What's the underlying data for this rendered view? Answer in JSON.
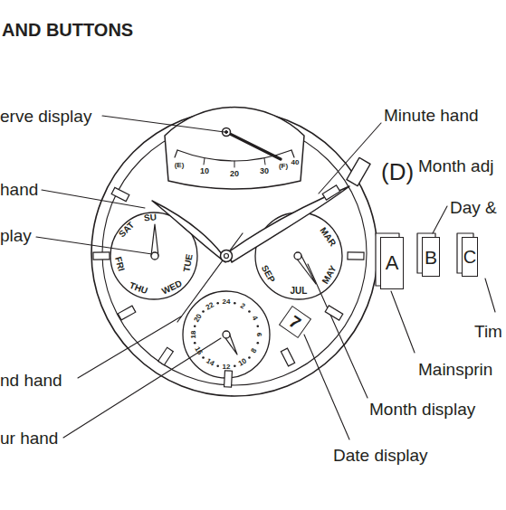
{
  "diagram": {
    "title": "AND BUTTONS",
    "nodes": [
      {
        "text": [
          "A"
        ]
      },
      {
        "text": [
          "B"
        ]
      },
      {
        "text": [
          "C"
        ]
      },
      {
        "text": [
          "7"
        ]
      }
    ],
    "labels": [
      "erve display",
      "Minute hand",
      "(D)",
      "Month adj",
      "hand",
      "Day &",
      "play",
      "Tim",
      "Mainsprin",
      "nd hand",
      "Month display",
      "ur hand",
      "Date display",
      "(E)",
      "10",
      "20",
      "30",
      "(F)",
      "40",
      "SAT",
      "SU",
      "TUE",
      "WED",
      "THU",
      "FRI",
      "MAR",
      "MAY",
      "JUL",
      "SEP",
      "24",
      "2",
      "4",
      "6",
      "8",
      "10",
      "12",
      "14",
      "16",
      "18",
      "20",
      "22"
    ]
  }
}
